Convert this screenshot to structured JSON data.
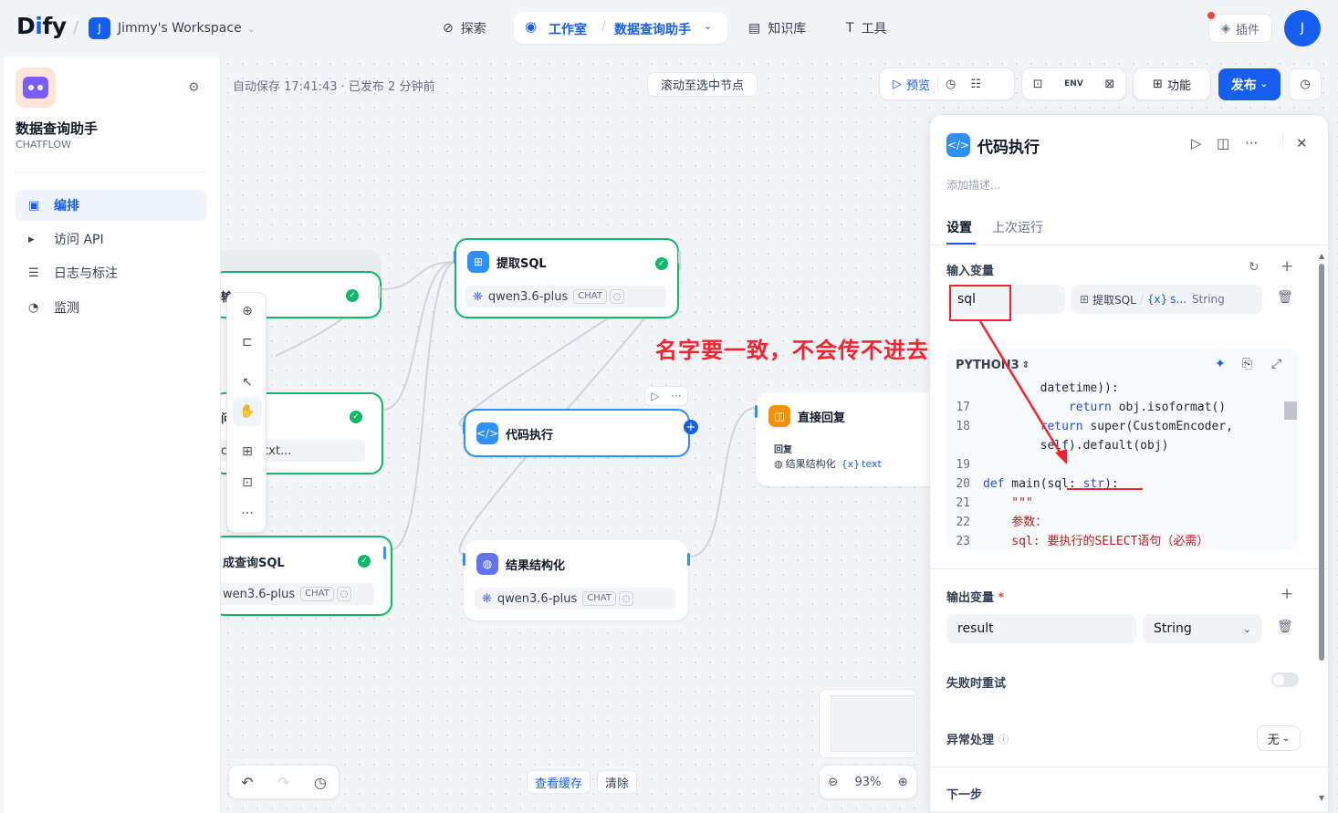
{
  "topbar": {
    "logo_a": "D",
    "logo_b": "i",
    "logo_c": "fy",
    "workspace_initial": "J",
    "workspace_name": "Jimmy's Workspace",
    "nav_explore": "探索",
    "nav_studio": "工作室",
    "nav_app": "数据查询助手",
    "nav_knowledge": "知识库",
    "nav_tools": "工具",
    "plugin": "插件",
    "user_initial": "J"
  },
  "sidebar": {
    "app_name": "数据查询助手",
    "app_type": "CHATFLOW",
    "items": [
      {
        "label": "编排"
      },
      {
        "label": "访问 API"
      },
      {
        "label": "日志与标注"
      },
      {
        "label": "监测"
      }
    ]
  },
  "canvas": {
    "autosave": "自动保存 17:41:43 · 已发布 2 分钟前",
    "scroll_to_selected": "滚动至选中节点",
    "preview": "预览",
    "env": "ENV",
    "features": "功能",
    "publish": "发布",
    "view_cache": "查看缓存",
    "clear": "清除",
    "zoom": "93%",
    "annotation": "名字要一致，不会传不进去"
  },
  "nodes": {
    "n_partial1_title": "输",
    "n_partial2_title": "问",
    "n_partial2_sub": "c",
    "n_partial2_txt": "txt...",
    "extract_sql": {
      "title": "提取SQL",
      "model": "qwen3.6-plus",
      "chip": "CHAT"
    },
    "gen_sql": {
      "title": "成查询SQL",
      "model": "wen3.6-plus",
      "chip": "CHAT"
    },
    "code_exec": {
      "title": "代码执行"
    },
    "struct": {
      "title": "结果结构化",
      "model": "qwen3.6-plus",
      "chip": "CHAT"
    },
    "reply": {
      "title": "直接回复",
      "label": "回复",
      "var_node": "结果结构化",
      "var_name": "text"
    }
  },
  "panel": {
    "title": "代码执行",
    "desc_placeholder": "添加描述...",
    "tab_settings": "设置",
    "tab_last_run": "上次运行",
    "input_label": "输入变量",
    "input_name": "sql",
    "input_ref_node": "提取SQL",
    "input_ref_var": "s...",
    "input_ref_type": "String",
    "lang": "PYTHON3",
    "code_lines": [
      {
        "n": "",
        "segs": [
          {
            "t": "        datetime)):",
            "c": "fn"
          }
        ]
      },
      {
        "n": "17",
        "segs": [
          {
            "t": "            ",
            "c": "fn"
          },
          {
            "t": "return",
            "c": "kw"
          },
          {
            "t": " obj.isoformat()",
            "c": "fn"
          }
        ]
      },
      {
        "n": "18",
        "segs": [
          {
            "t": "        ",
            "c": "fn"
          },
          {
            "t": "return",
            "c": "kw"
          },
          {
            "t": " super(CustomEncoder,",
            "c": "fn"
          }
        ]
      },
      {
        "n": "",
        "segs": [
          {
            "t": "        self).default(obj)",
            "c": "fn"
          }
        ]
      },
      {
        "n": "19",
        "segs": [
          {
            "t": "",
            "c": "fn"
          }
        ]
      },
      {
        "n": "20",
        "segs": [
          {
            "t": "def",
            "c": "kw"
          },
          {
            "t": " main(",
            "c": "fn"
          },
          {
            "t": "sql",
            "c": "fn"
          },
          {
            "t": ": ",
            "c": "fn"
          },
          {
            "t": "str",
            "c": "kw"
          },
          {
            "t": "):",
            "c": "fn"
          }
        ]
      },
      {
        "n": "21",
        "segs": [
          {
            "t": "    \"\"\"",
            "c": "st"
          }
        ]
      },
      {
        "n": "22",
        "segs": [
          {
            "t": "    参数：",
            "c": "st"
          }
        ]
      },
      {
        "n": "23",
        "segs": [
          {
            "t": "    sql: 要执行的SELECT语句（必需）",
            "c": "st"
          }
        ]
      }
    ],
    "output_label": "输出变量",
    "output_required": "*",
    "output_name": "result",
    "output_type": "String",
    "retry_label": "失败时重试",
    "error_label": "异常处理",
    "error_value": "无",
    "next_label": "下一步"
  },
  "colors": {
    "accent": "#155eef",
    "success": "#12b76a",
    "annotation": "#f5222d"
  }
}
